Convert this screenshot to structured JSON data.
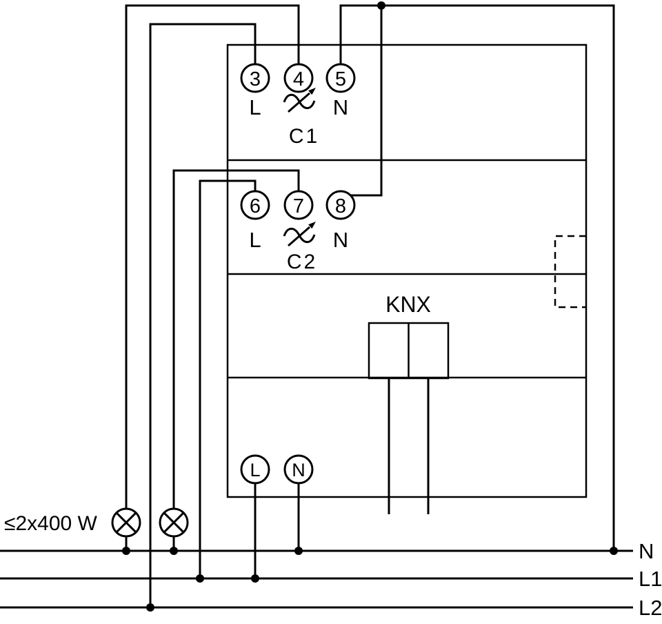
{
  "diagram": {
    "channels": [
      {
        "terminals": [
          "3",
          "4",
          "5"
        ],
        "label_l": "L",
        "label_n": "N",
        "name": "C1"
      },
      {
        "terminals": [
          "6",
          "7",
          "8"
        ],
        "label_l": "L",
        "label_n": "N",
        "name": "C2"
      }
    ],
    "bus_label": "KNX",
    "device_terminals": {
      "l": "L",
      "n": "N"
    },
    "load_rating": "≤2x400 W",
    "mains_labels": {
      "n": "N",
      "l1": "L1",
      "l2": "L2"
    },
    "colors": {
      "line": "#000000",
      "background": "#ffffff"
    }
  }
}
